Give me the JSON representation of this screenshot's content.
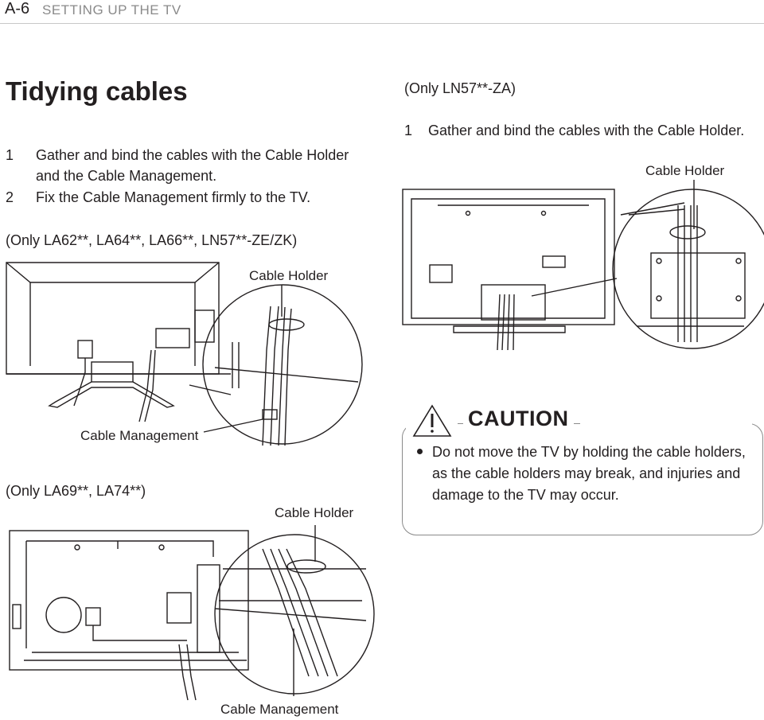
{
  "header": {
    "page_number": "A-6",
    "section": "SETTING UP THE TV"
  },
  "title": "Tidying cables",
  "steps_left": [
    {
      "num": "1",
      "text": "Gather and bind the cables with the Cable Holder and the Cable Management."
    },
    {
      "num": "2",
      "text": "Fix the Cable Management firmly to the TV."
    }
  ],
  "model_notes": {
    "la62": "(Only LA62**, LA64**, LA66**, LN57**-ZE/ZK)",
    "la69": "(Only LA69**, LA74**)",
    "ln57za": "(Only LN57**-ZA)"
  },
  "steps_right": [
    {
      "num": "1",
      "text": "Gather and bind the cables with the Cable Holder."
    }
  ],
  "labels": {
    "cable_holder_1": "Cable Holder",
    "cable_management_1": "Cable Management",
    "cable_holder_2": "Cable Holder",
    "cable_management_2": "Cable Management",
    "cable_holder_3": "Cable Holder"
  },
  "caution": {
    "title": "CAUTION",
    "text": "Do not move the TV by holding the cable holders, as the cable holders may break, and injuries and damage to the TV may occur."
  }
}
